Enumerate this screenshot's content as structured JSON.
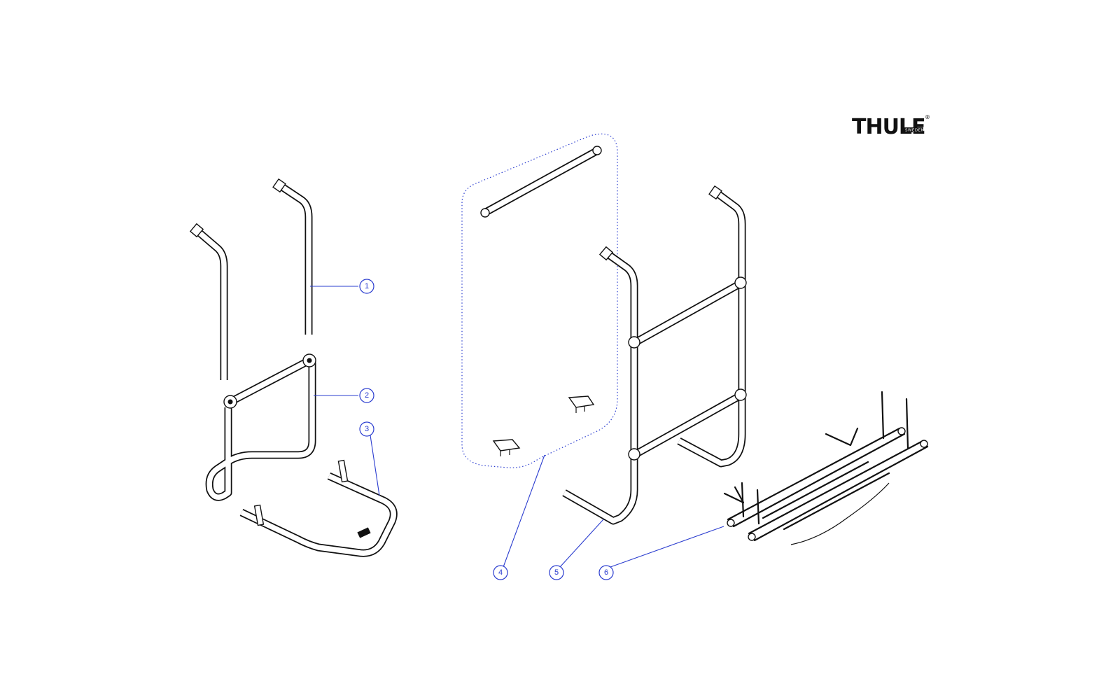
{
  "brand": {
    "name": "THULE",
    "sub": "SWEDEN",
    "reg": "®"
  },
  "callouts": [
    {
      "id": "callout-1",
      "label": "1"
    },
    {
      "id": "callout-2",
      "label": "2"
    },
    {
      "id": "callout-3",
      "label": "3"
    },
    {
      "id": "callout-4",
      "label": "4"
    },
    {
      "id": "callout-5",
      "label": "5"
    },
    {
      "id": "callout-6",
      "label": "6"
    }
  ],
  "colors": {
    "callout": "#2a3ccf",
    "line": "#111111",
    "background": "#ffffff"
  }
}
